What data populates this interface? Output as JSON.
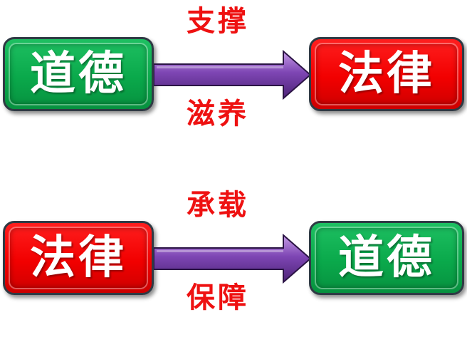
{
  "colors": {
    "green": "#0aa94b",
    "red": "#f20000",
    "arrow": "#7e46b4",
    "label": "#ee1111"
  },
  "rows": [
    {
      "from": {
        "label": "道德",
        "color": "green"
      },
      "to": {
        "label": "法律",
        "color": "red"
      },
      "arrow_top_label": "支撑",
      "arrow_bottom_label": "滋养"
    },
    {
      "from": {
        "label": "法律",
        "color": "red"
      },
      "to": {
        "label": "道德",
        "color": "green"
      },
      "arrow_top_label": "承载",
      "arrow_bottom_label": "保障"
    }
  ]
}
